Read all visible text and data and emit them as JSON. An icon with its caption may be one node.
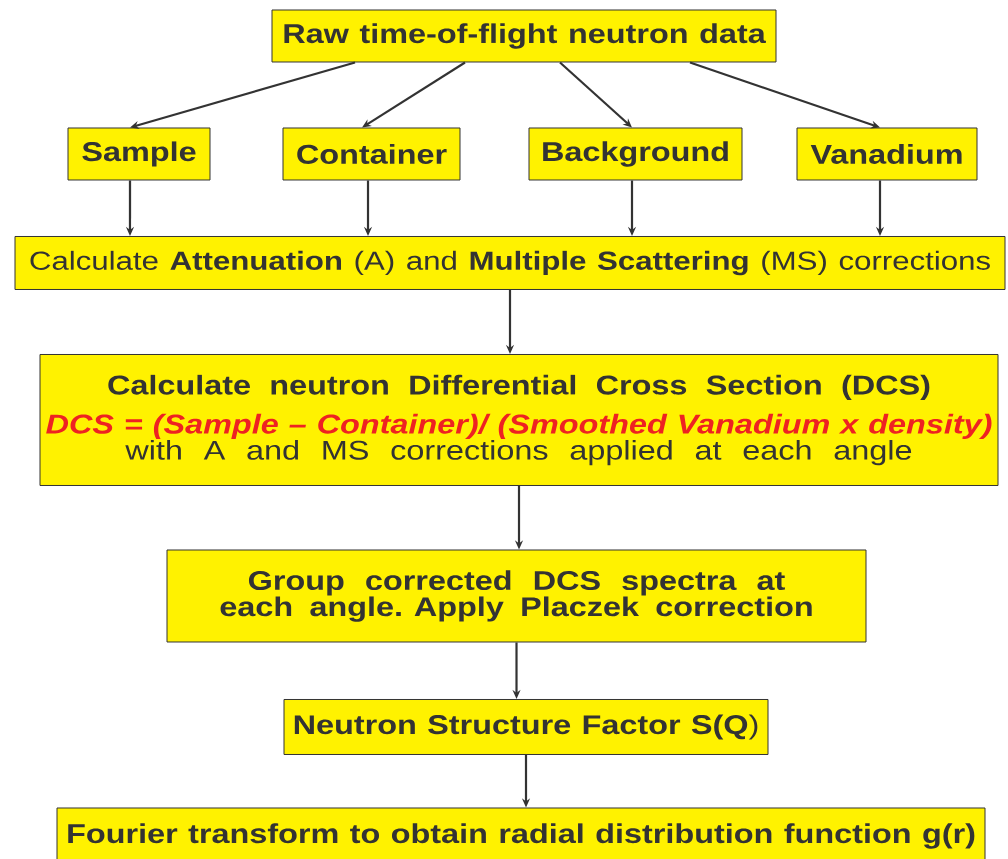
{
  "diagram": {
    "nodes": [
      {
        "text": [
          "Raw time-of-flight neutron data"
        ]
      },
      {
        "text": [
          "Sample"
        ]
      },
      {
        "text": [
          "Container"
        ]
      },
      {
        "text": [
          "Background"
        ]
      },
      {
        "text": [
          "Vanadium"
        ]
      },
      {
        "text": [
          "Calculate **Attenuation** (A) and **Multiple Scattering** (MS) corrections"
        ]
      },
      {
        "text": [
          "Calculate neutron Differential Cross Section (DCS)",
          "DCS = (Sample – Container)/ (Smoothed Vanadium x density)",
          "with A and MS corrections applied at each angle"
        ]
      },
      {
        "text": [
          "Group corrected DCS spectra at each angle. Apply Placzek correction"
        ]
      },
      {
        "text": [
          "**Neutron Structure Factor S(Q**)"
        ]
      },
      {
        "text": [
          "Fourier transform to obtain radial distribution function g(r)"
        ]
      }
    ],
    "edges": [
      {
        "from": 0,
        "to": 1,
        "arrow": "to"
      },
      {
        "from": 0,
        "to": 2,
        "arrow": "to"
      },
      {
        "from": 0,
        "to": 3,
        "arrow": "to"
      },
      {
        "from": 0,
        "to": 4,
        "arrow": "to"
      },
      {
        "from": 1,
        "to": 5,
        "arrow": "to"
      },
      {
        "from": 2,
        "to": 5,
        "arrow": "to"
      },
      {
        "from": 3,
        "to": 5,
        "arrow": "to"
      },
      {
        "from": 4,
        "to": 5,
        "arrow": "to"
      },
      {
        "from": 5,
        "to": 6,
        "arrow": "to"
      },
      {
        "from": 6,
        "to": 7,
        "arrow": "to"
      },
      {
        "from": 7,
        "to": 8,
        "arrow": "to"
      },
      {
        "from": 8,
        "to": 9,
        "arrow": "to"
      }
    ]
  }
}
